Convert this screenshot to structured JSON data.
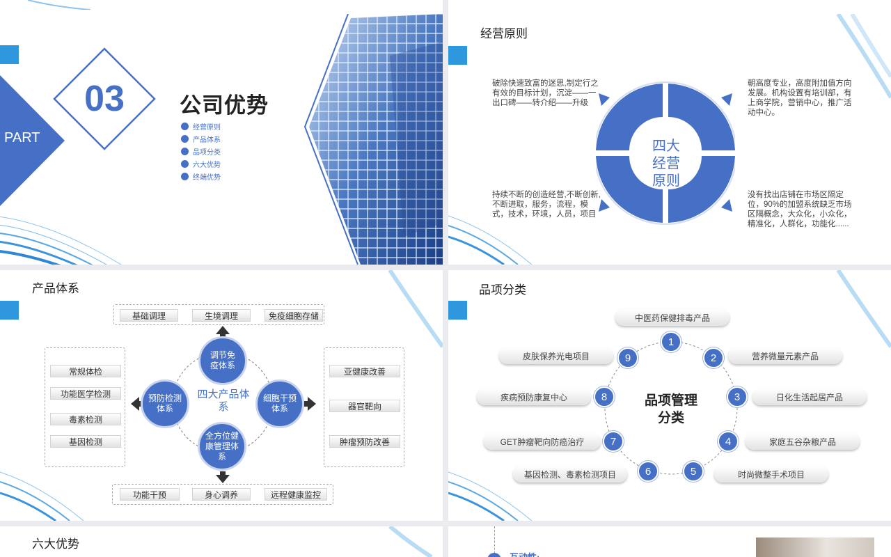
{
  "slide1": {
    "part_label": "PART",
    "section_number": "03",
    "heading": "公司优势",
    "toc": [
      "经营原则",
      "产品体系",
      "品项分类",
      "六大优势",
      "终端优势"
    ]
  },
  "slide2": {
    "title": "经营原则",
    "center": "四大经营原则",
    "quadrants": [
      "破除快速致富的迷思,制定行之有效的目标计划，沉淀——一出口碑——转介绍——升级",
      "朝高度专业，高度附加值方向发展。机构设置有培训部，有上商学院，营销中心，推广活动中心。",
      "持续不断的创造经营,不断创新,不断进取，服务，流程，模式，技术，环境，人员，项目",
      "没有找出店铺在市场区隔定位，90%的加盟系统缺乏市场区隔概念，大众化，小众化，精准化，人群化，功能化......"
    ]
  },
  "slide3": {
    "title": "产品体系",
    "center": "四大产品体系",
    "top_tags": [
      "基础调理",
      "生境调理",
      "免疫细胞存储"
    ],
    "bottom_tags": [
      "功能干预",
      "身心调养",
      "远程健康监控"
    ],
    "left_tags": [
      "常规体检",
      "功能医学检测",
      "毒素检测",
      "基因检测"
    ],
    "right_tags": [
      "亚健康改善",
      "器官靶向",
      "肿瘤预防改善"
    ],
    "bubbles": {
      "top": "调节免疫体系",
      "left": "预防检测体系",
      "right": "细胞干预体系",
      "bottom": "全方位健康管理体系"
    }
  },
  "slide4": {
    "title": "品项分类",
    "center": "品项管理分类",
    "items": [
      {
        "n": "1",
        "label": "中医药保健排毒产品"
      },
      {
        "n": "2",
        "label": "营养微量元素产品"
      },
      {
        "n": "3",
        "label": "日化生活起居产品"
      },
      {
        "n": "4",
        "label": "家庭五谷杂粮产品"
      },
      {
        "n": "5",
        "label": "时尚微整手术项目"
      },
      {
        "n": "6",
        "label": "基因检测、毒素检测项目"
      },
      {
        "n": "7",
        "label": "GET肿瘤靶向防癌治疗"
      },
      {
        "n": "8",
        "label": "疾病预防康复中心"
      },
      {
        "n": "9",
        "label": "皮肤保养光电项目"
      }
    ]
  },
  "slide5": {
    "title": "六大优势"
  },
  "slide6": {
    "partial_text": "互动性:"
  },
  "colors": {
    "primary": "#4670c6",
    "accent_square": "#2f97dd"
  }
}
